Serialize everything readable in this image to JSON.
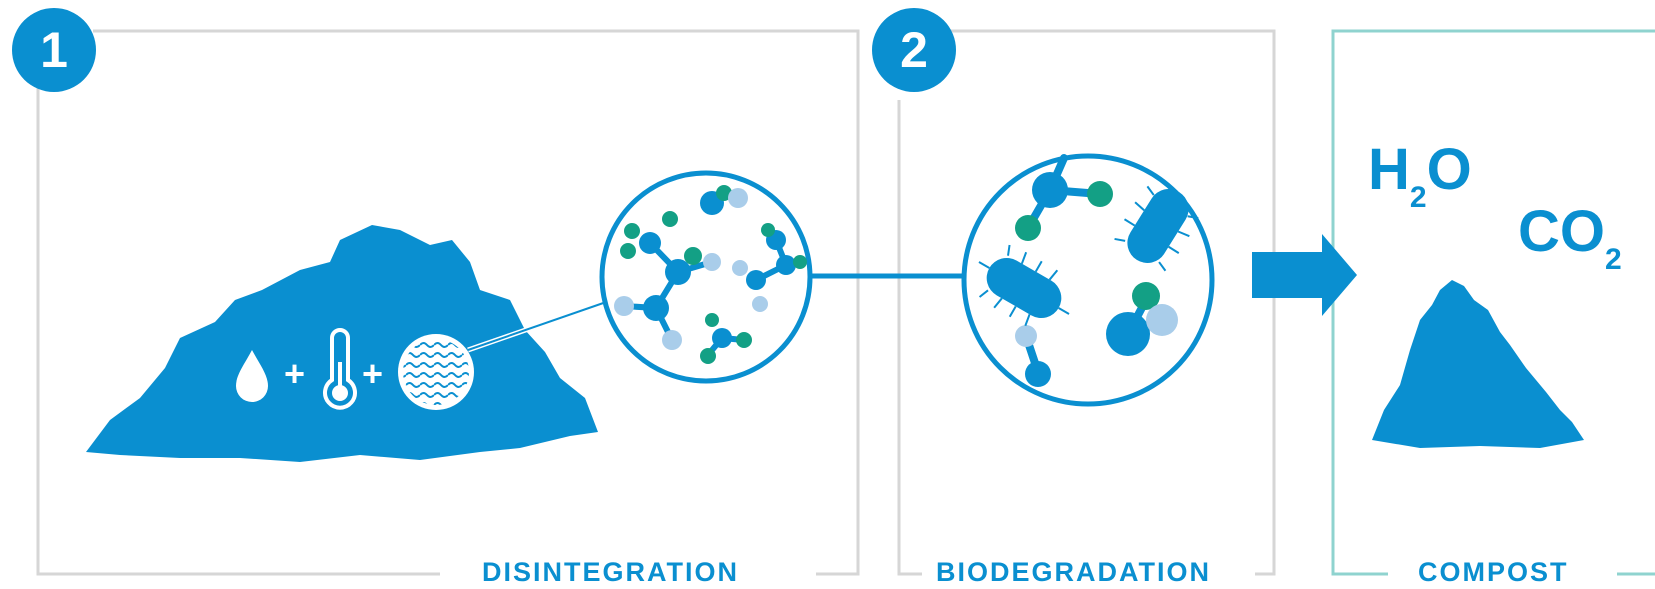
{
  "steps": [
    {
      "number": "1",
      "label": "DISINTEGRATION"
    },
    {
      "number": "2",
      "label": "BIODEGRADATION"
    },
    {
      "number": "",
      "label": "COMPOST"
    }
  ],
  "formulas": {
    "water": {
      "main": "H",
      "sub": "2",
      "tail": "O"
    },
    "carbon": {
      "main": "CO",
      "sub": "2",
      "tail": ""
    }
  },
  "symbols": {
    "plus": "+"
  },
  "colors": {
    "accent": "#0a8fd0",
    "green": "#13a085",
    "light": "#a9cdea",
    "frame": "#d6d6d6",
    "compost_frame": "#8fd3cf"
  },
  "icons": [
    "water-drop-icon",
    "thermometer-icon",
    "microorganism-texture-icon",
    "molecule-icon",
    "bacteria-icon",
    "arrow-right-icon",
    "waste-pile-icon",
    "compost-pile-icon"
  ]
}
